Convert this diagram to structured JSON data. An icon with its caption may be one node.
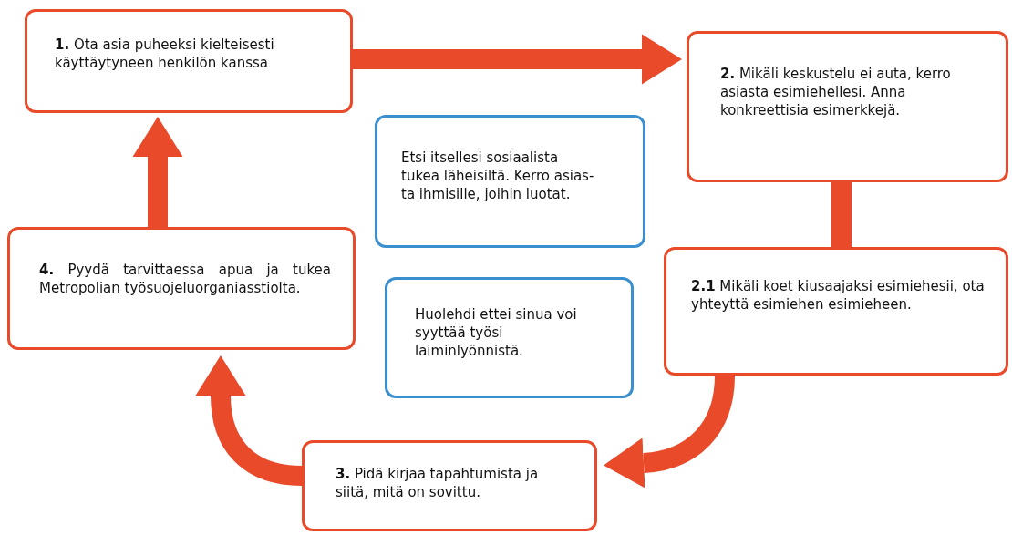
{
  "diagram": {
    "nodes": [
      {
        "text": [
          "**1.** Ota asia puheeksi kielteisesti käyttäytyneen henkilön kanssa"
        ]
      },
      {
        "text": [
          "**2.** Mikäli keskustelu ei auta, kerro asiasta esimiehellesi. Anna konkreettisia esimerkkejä."
        ]
      },
      {
        "text": [
          "Etsi itsellesi sosiaalista tukea läheisiltä. Kerro asias- ta ihmisille, joihin luotat."
        ]
      },
      {
        "text": [
          "**4.** Pyydä tarvittaessa apua ja tukea Metropolian työsuojeluorganiasstiolta."
        ]
      },
      {
        "text": [
          "**2.1** Mikäli koet kiusaajaksi esimiehesii, ota yhteyttä esimiehen esimieheen."
        ]
      },
      {
        "text": [
          "Huolehdi ettei sinua voi syyttää työsi laiminlyönnistä."
        ]
      },
      {
        "text": [
          "**3.** Pidä kirjaa tapahtumista ja siitä, mitä on sovittu."
        ]
      }
    ],
    "edges": [
      {
        "from": 0,
        "to": 1,
        "arrow": "to"
      },
      {
        "from": 1,
        "to": 4,
        "arrow": "none"
      },
      {
        "from": 4,
        "to": 6,
        "arrow": "to"
      },
      {
        "from": 6,
        "to": 3,
        "arrow": "to"
      },
      {
        "from": 3,
        "to": 0,
        "arrow": "to"
      }
    ]
  }
}
